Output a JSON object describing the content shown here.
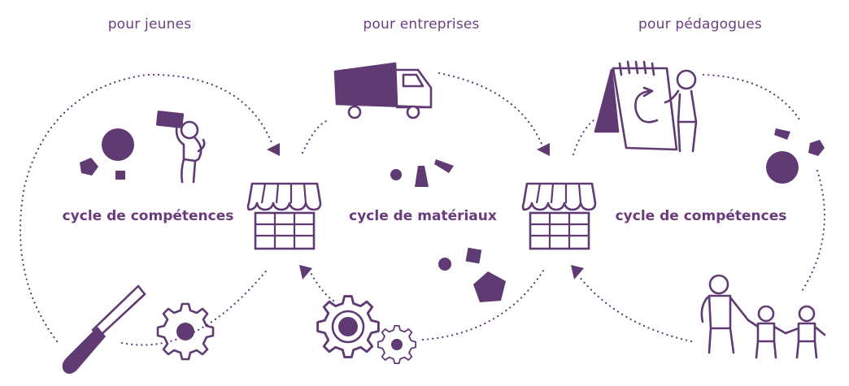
{
  "headers": {
    "youth": "pour jeunes",
    "business": "pour entreprises",
    "educators": "pour pédagogues"
  },
  "cycles": {
    "left": "cycle de compétences",
    "middle": "cycle de matériaux",
    "right": "cycle de compétences"
  },
  "colors": {
    "purple": "#5f3a73",
    "text": "#6b3f7f"
  },
  "icons": {
    "left_top": "person-carrying-box-icon",
    "left_bottom_tool": "screwdriver-icon",
    "left_bottom_gear": "gear-icon",
    "center_top": "truck-icon",
    "center_bottom": "gears-icon",
    "right_top": "person-with-flipchart-icon",
    "right_bottom": "family-icon",
    "shop": "shop-icon"
  }
}
